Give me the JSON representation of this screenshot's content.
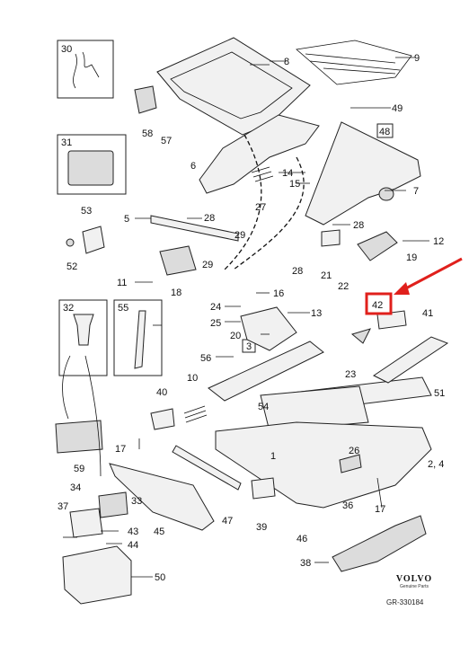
{
  "parts": {
    "p30": "30",
    "p8": "8",
    "p9": "9",
    "p58": "58",
    "p57": "57",
    "p49": "49",
    "p48": "48",
    "p31": "31",
    "p6": "6",
    "p14": "14",
    "p15": "15",
    "p7": "7",
    "p27": "27",
    "p53": "53",
    "p52": "52",
    "p5": "5",
    "p28a": "28",
    "p28b": "28",
    "p28c": "28",
    "p12": "12",
    "p29a": "29",
    "p29b": "29",
    "p11": "11",
    "p18": "18",
    "p21": "21",
    "p22": "22",
    "p19": "19",
    "p32": "32",
    "p55": "55",
    "p24": "24",
    "p16": "16",
    "p13": "13",
    "p25": "25",
    "p20": "20",
    "p42": "42",
    "p41": "41",
    "p3": "3",
    "p56": "56",
    "p23": "23",
    "p40": "40",
    "p10": "10",
    "p54": "54",
    "p51": "51",
    "p17a": "17",
    "p1": "1",
    "p26": "26",
    "p2_4": "2, 4",
    "p59": "59",
    "p34": "34",
    "p33": "33",
    "p45": "45",
    "p47": "47",
    "p36": "36",
    "p17b": "17",
    "p37": "37",
    "p43": "43",
    "p44": "44",
    "p39": "39",
    "p46": "46",
    "p38": "38",
    "p50": "50"
  },
  "brand": {
    "name": "VOLVO",
    "sub": "Genuine Parts"
  },
  "figure_id": "GR-330184",
  "highlight": {
    "part": "42",
    "color": "#e0201c"
  }
}
